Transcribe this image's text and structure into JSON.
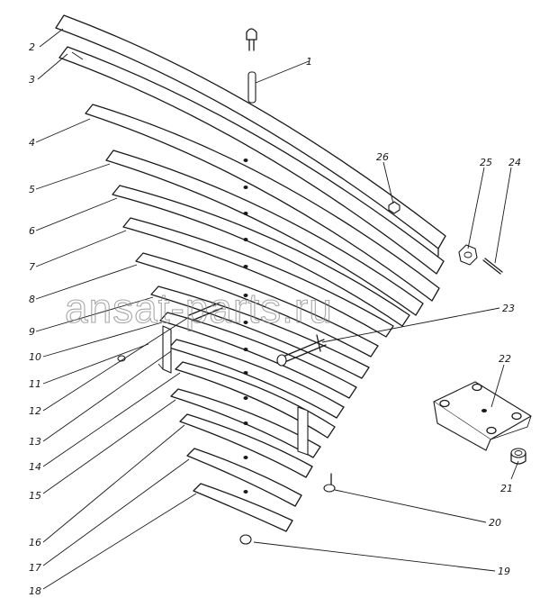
{
  "watermark": "ansat-parts.ru",
  "callouts": {
    "c1": "1",
    "c2": "2",
    "c3": "3",
    "c4": "4",
    "c5": "5",
    "c6": "6",
    "c7": "7",
    "c8": "8",
    "c9": "9",
    "c10": "10",
    "c11": "11",
    "c12": "12",
    "c13": "13",
    "c14": "14",
    "c15": "15",
    "c16": "16",
    "c17": "17",
    "c18": "18",
    "c19": "19",
    "c20": "20",
    "c21": "21",
    "c22": "22",
    "c23": "23",
    "c24": "24",
    "c25": "25",
    "c26": "26"
  }
}
